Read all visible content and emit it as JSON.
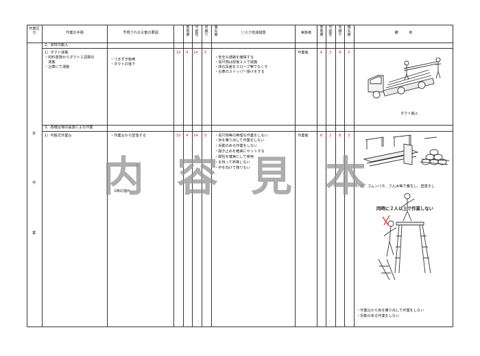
{
  "headers": {
    "category": "作業区分",
    "procedure": "作業の手順",
    "hazard": "予想される災害の要因",
    "severity": "重篤度",
    "possibility": "可能性",
    "estimate": "見積り",
    "priority": "優先度",
    "measures": "リスク低減措置",
    "implementer": "実施者",
    "severity2": "重篤度",
    "possibility2": "可能性",
    "estimate2": "見積り",
    "priority2": "優先度",
    "remarks": "備　　　考"
  },
  "category_label": [
    "本",
    "作",
    "業"
  ],
  "section1": {
    "title": "2、資材の搬入",
    "procedure": [
      "1）ダクト運搬",
      "・材料置場からダクト工具類の",
      "　運搬",
      "・台車にて運搬"
    ],
    "hazards": [
      "・つまずき転倒",
      "・ダクトの落下"
    ],
    "scores": [
      "10",
      "4",
      "14",
      "5"
    ],
    "measures": [
      "・安全な通路を確保する",
      "・長尺物は前後２人で運搬",
      "・床の段差をスロープ等でなくす",
      "・台車のストッパー掛けをする"
    ],
    "implementer": "作業者",
    "scores_after": [
      "6",
      "2",
      "8",
      "3"
    ],
    "caption": "ダクト搬入"
  },
  "section2": {
    "title": "3、各種足場の設置による作業",
    "procedure": [
      "1）可搬式作業台"
    ],
    "hazards": [
      "・作業台から墜落する",
      "",
      "",
      "　　　　　　　る",
      "",
      "　1時の揺れ"
    ],
    "scores": [
      "10",
      "4",
      "14",
      "5"
    ],
    "measures": [
      "・長尺物等の無理な作業をしない",
      "・身を乗り出して作業をしない",
      "・反動のある作業をしない",
      "・開き止めを確実にセットする",
      "・脚柱を確実にして使用",
      "・を持って昇降しない",
      "・中を向けて降りない"
    ],
    "implementer": "作業者",
    "scores_after": [
      "6",
      "2",
      "8",
      "3"
    ],
    "note1": "・床、ゴムンパネ、さん木等で養生し、直置きし",
    "warning": "同時に２人以上で作業しない",
    "notes2": [
      "・作業台から身を乗り出して作業をしない",
      "・反動のある作業をしない"
    ]
  },
  "watermark": [
    "内",
    "容",
    "見",
    "本"
  ]
}
